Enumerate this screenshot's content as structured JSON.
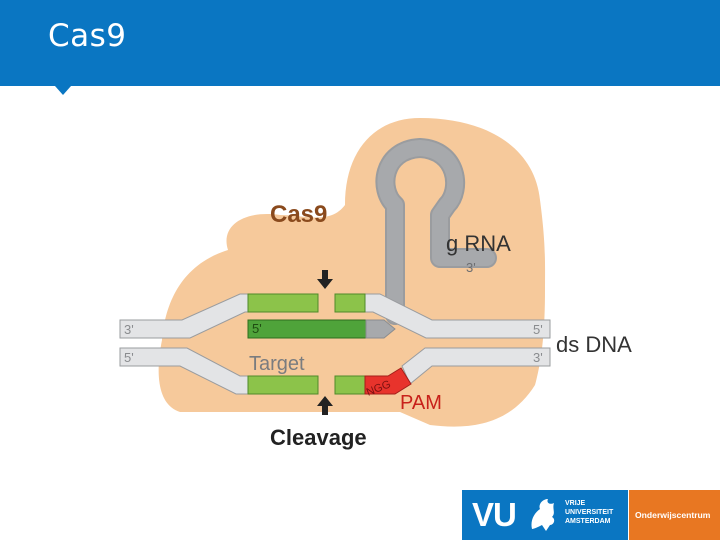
{
  "slide": {
    "title": "Cas9"
  },
  "diagram": {
    "protein_label": "Cas9",
    "grna_label": "g RNA",
    "grna_end": "3'",
    "top_strand_left_end": "3'",
    "top_strand_right_end": "5'",
    "bottom_strand_left_end": "5'",
    "bottom_strand_right_end": "3'",
    "guide_5prime": "5'",
    "dsdna_label": "ds DNA",
    "target_label": "Target",
    "pam_sequence": "NGG",
    "pam_label": "PAM",
    "cleavage_label": "Cleavage",
    "colors": {
      "protein": "#f6c99b",
      "strand": "#e3e4e6",
      "strand_edge": "#9a9c9f",
      "target": "#8cc34a",
      "target_edge": "#4f8a2a",
      "guide": "#4fa33a",
      "pam": "#e8332c",
      "protein_text": "#8a4a1d",
      "grna_fill": "#a7a9ac"
    }
  },
  "footer": {
    "vu_letters": "VU",
    "vu_line1": "VRIJE",
    "vu_line2": "UNIVERSITEIT",
    "vu_line3": "AMSTERDAM",
    "center_name": "Onderwijscentrum"
  }
}
